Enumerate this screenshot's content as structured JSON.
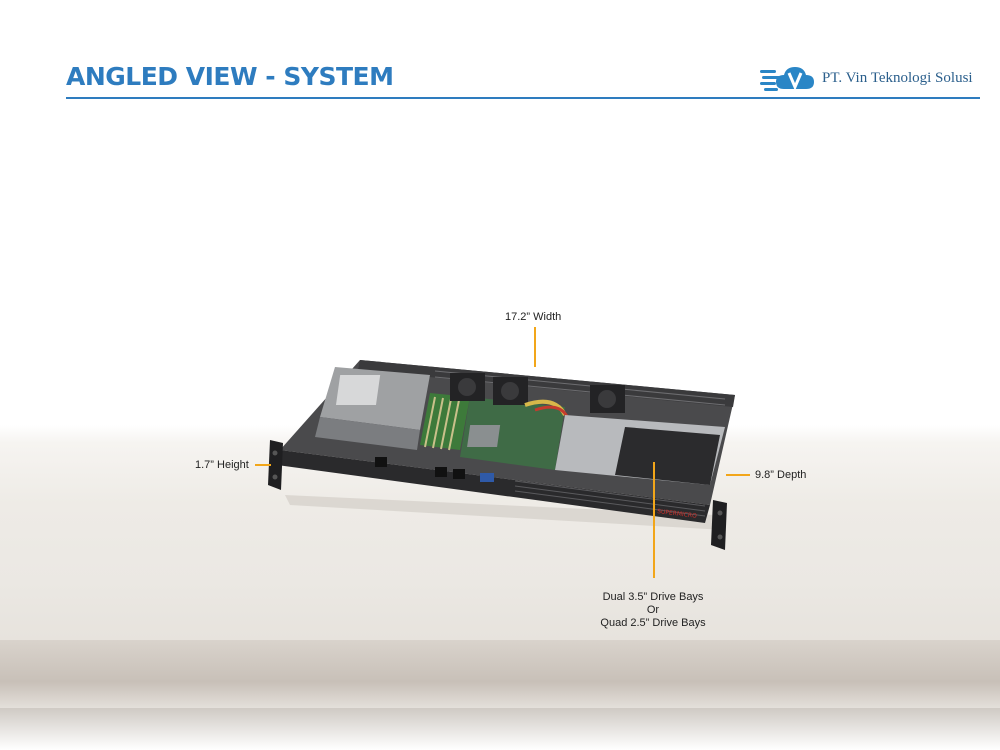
{
  "slide": {
    "title": "ANGLED VIEW - SYSTEM",
    "title_color": "#2e7cbf",
    "rule_color": "#2e7cbf"
  },
  "logo": {
    "icon": "cloud-v-logo-icon",
    "company": "PT. Vin Teknologi Solusi",
    "color": "#2a86c6",
    "text_color": "#2b5f8c"
  },
  "product": {
    "icon": "server-chassis-illustration",
    "brand_mark": "SUPERMICRO",
    "annotations": {
      "width": "17.2” Width",
      "height": "1.7” Height",
      "depth": "9.8” Depth",
      "drive_line1": "Dual 3.5” Drive Bays",
      "drive_line2": "Or",
      "drive_line3": "Quad 2.5” Drive Bays"
    },
    "annotation_color": "#f2a61a"
  }
}
